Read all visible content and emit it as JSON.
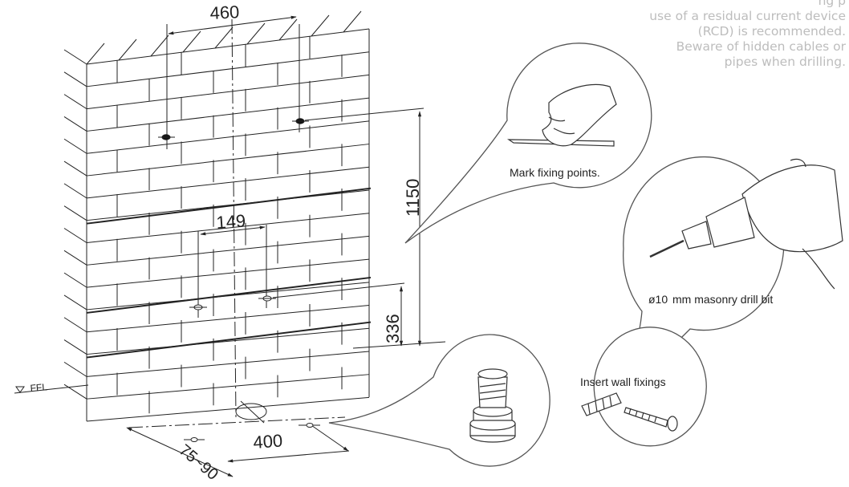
{
  "safety_note": {
    "lines": [
      "ng p",
      "use of a residual current device",
      "(RCD) is recommended.",
      "Beware of hidden cables or",
      "pipes when drilling."
    ],
    "color": "#bdbdbd"
  },
  "dimensions": {
    "top_spacing": "460",
    "height_upper": "1150",
    "lower_spacing": "149",
    "height_lower": "336",
    "bottom_offset": "400",
    "bottom_range": "75~90"
  },
  "floor_label": "FFL",
  "steps": {
    "mark": "Mark fixing points.",
    "drill_symbol": "ø10",
    "drill": "mm masonry drill bit",
    "insert": "Insert wall fixings"
  },
  "colors": {
    "line": "#222222",
    "bubble": "#555555"
  }
}
